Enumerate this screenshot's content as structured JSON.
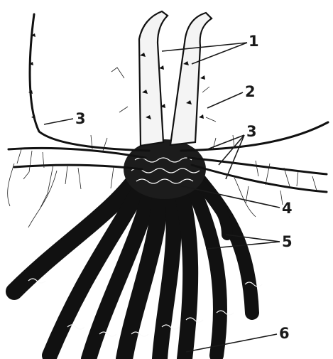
{
  "diagram": {
    "labels": [
      {
        "id": "1",
        "text": "1"
      },
      {
        "id": "2",
        "text": "2"
      },
      {
        "id": "3a",
        "text": "3"
      },
      {
        "id": "3b",
        "text": "3"
      },
      {
        "id": "4",
        "text": "4"
      },
      {
        "id": "5",
        "text": "5"
      },
      {
        "id": "6",
        "text": "6"
      }
    ]
  }
}
